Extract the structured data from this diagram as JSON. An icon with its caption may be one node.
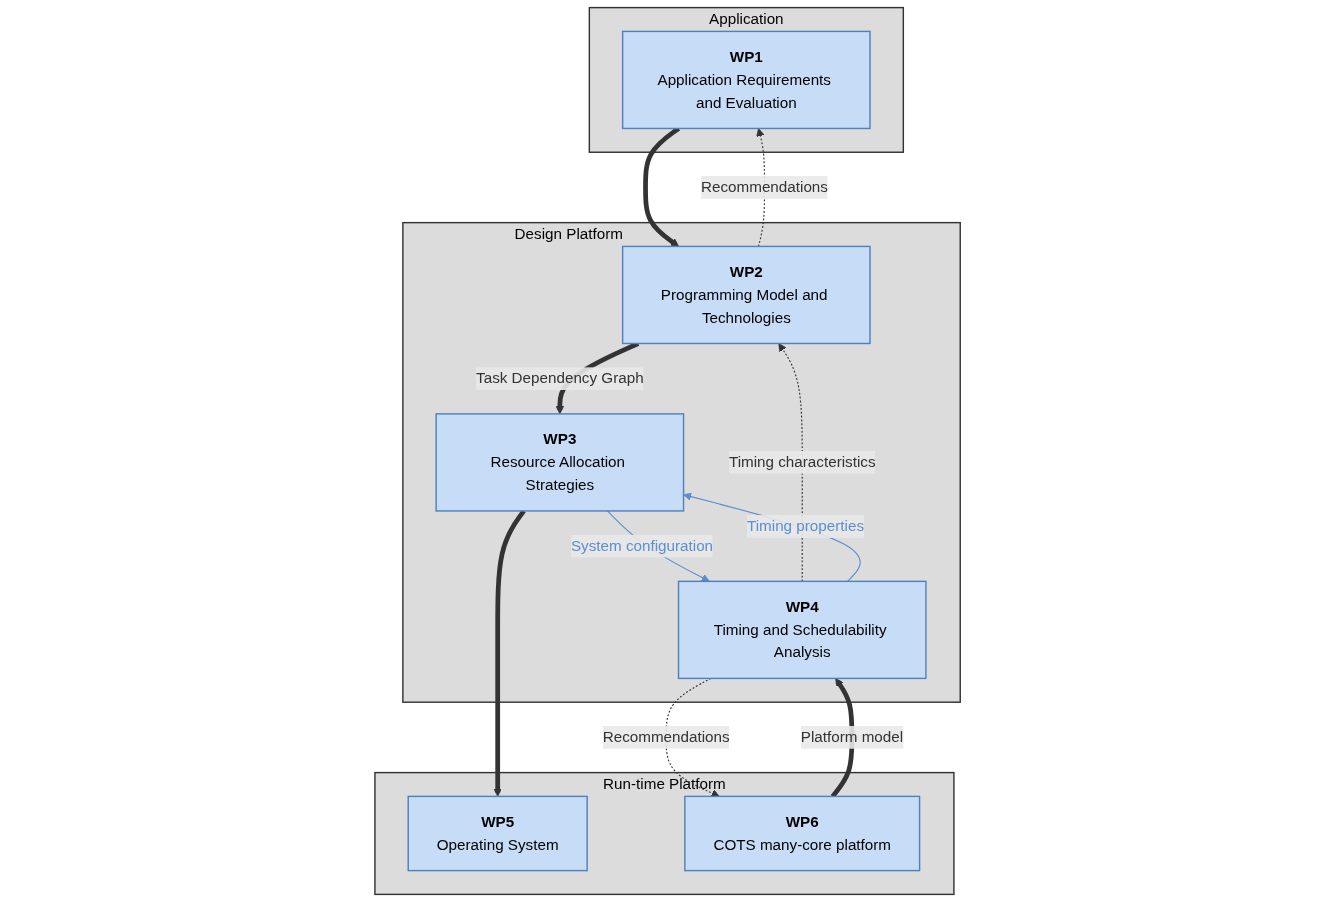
{
  "diagram": {
    "nodes": [
      {
        "text": [
          "Application"
        ]
      },
      {
        "text": [
          "WP1",
          "Application Requirements and Evaluation"
        ],
        "in": 0
      },
      {
        "text": [
          "Design Platform"
        ]
      },
      {
        "text": [
          "WP2",
          "Programming Model and Technologies"
        ],
        "in": 2
      },
      {
        "text": [
          "WP3",
          "Resource Allocation Strategies"
        ],
        "in": 2
      },
      {
        "text": [
          "WP4",
          "Timing and Schedulability Analysis"
        ],
        "in": 2
      },
      {
        "text": [
          "Run-time Platform"
        ]
      },
      {
        "text": [
          "WP5",
          "Operating System"
        ],
        "in": 6
      },
      {
        "text": [
          "WP6",
          "COTS many-core platform"
        ],
        "in": 6
      }
    ],
    "edges": [
      {
        "from": 1,
        "to": 3,
        "arrow": "to",
        "style": "thick"
      },
      {
        "from": 3,
        "to": 1,
        "arrow": "to",
        "style": "dashed",
        "label": "Recommendations"
      },
      {
        "from": 3,
        "to": 4,
        "arrow": "to",
        "style": "thick",
        "label": "Task Dependency Graph"
      },
      {
        "from": 5,
        "to": 3,
        "arrow": "to",
        "style": "dashed",
        "label": "Timing characteristics"
      },
      {
        "from": 5,
        "to": 4,
        "arrow": "to",
        "color": "#5b8fd0",
        "label": "Timing properties"
      },
      {
        "from": 4,
        "to": 5,
        "arrow": "to",
        "color": "#5b8fd0",
        "label": "System configuration"
      },
      {
        "from": 4,
        "to": 7,
        "arrow": "to",
        "style": "thick"
      },
      {
        "from": 5,
        "to": 8,
        "arrow": "to",
        "style": "dashed",
        "label": "Recommendations"
      },
      {
        "from": 8,
        "to": 5,
        "arrow": "to",
        "style": "thick",
        "label": "Platform model"
      }
    ]
  }
}
